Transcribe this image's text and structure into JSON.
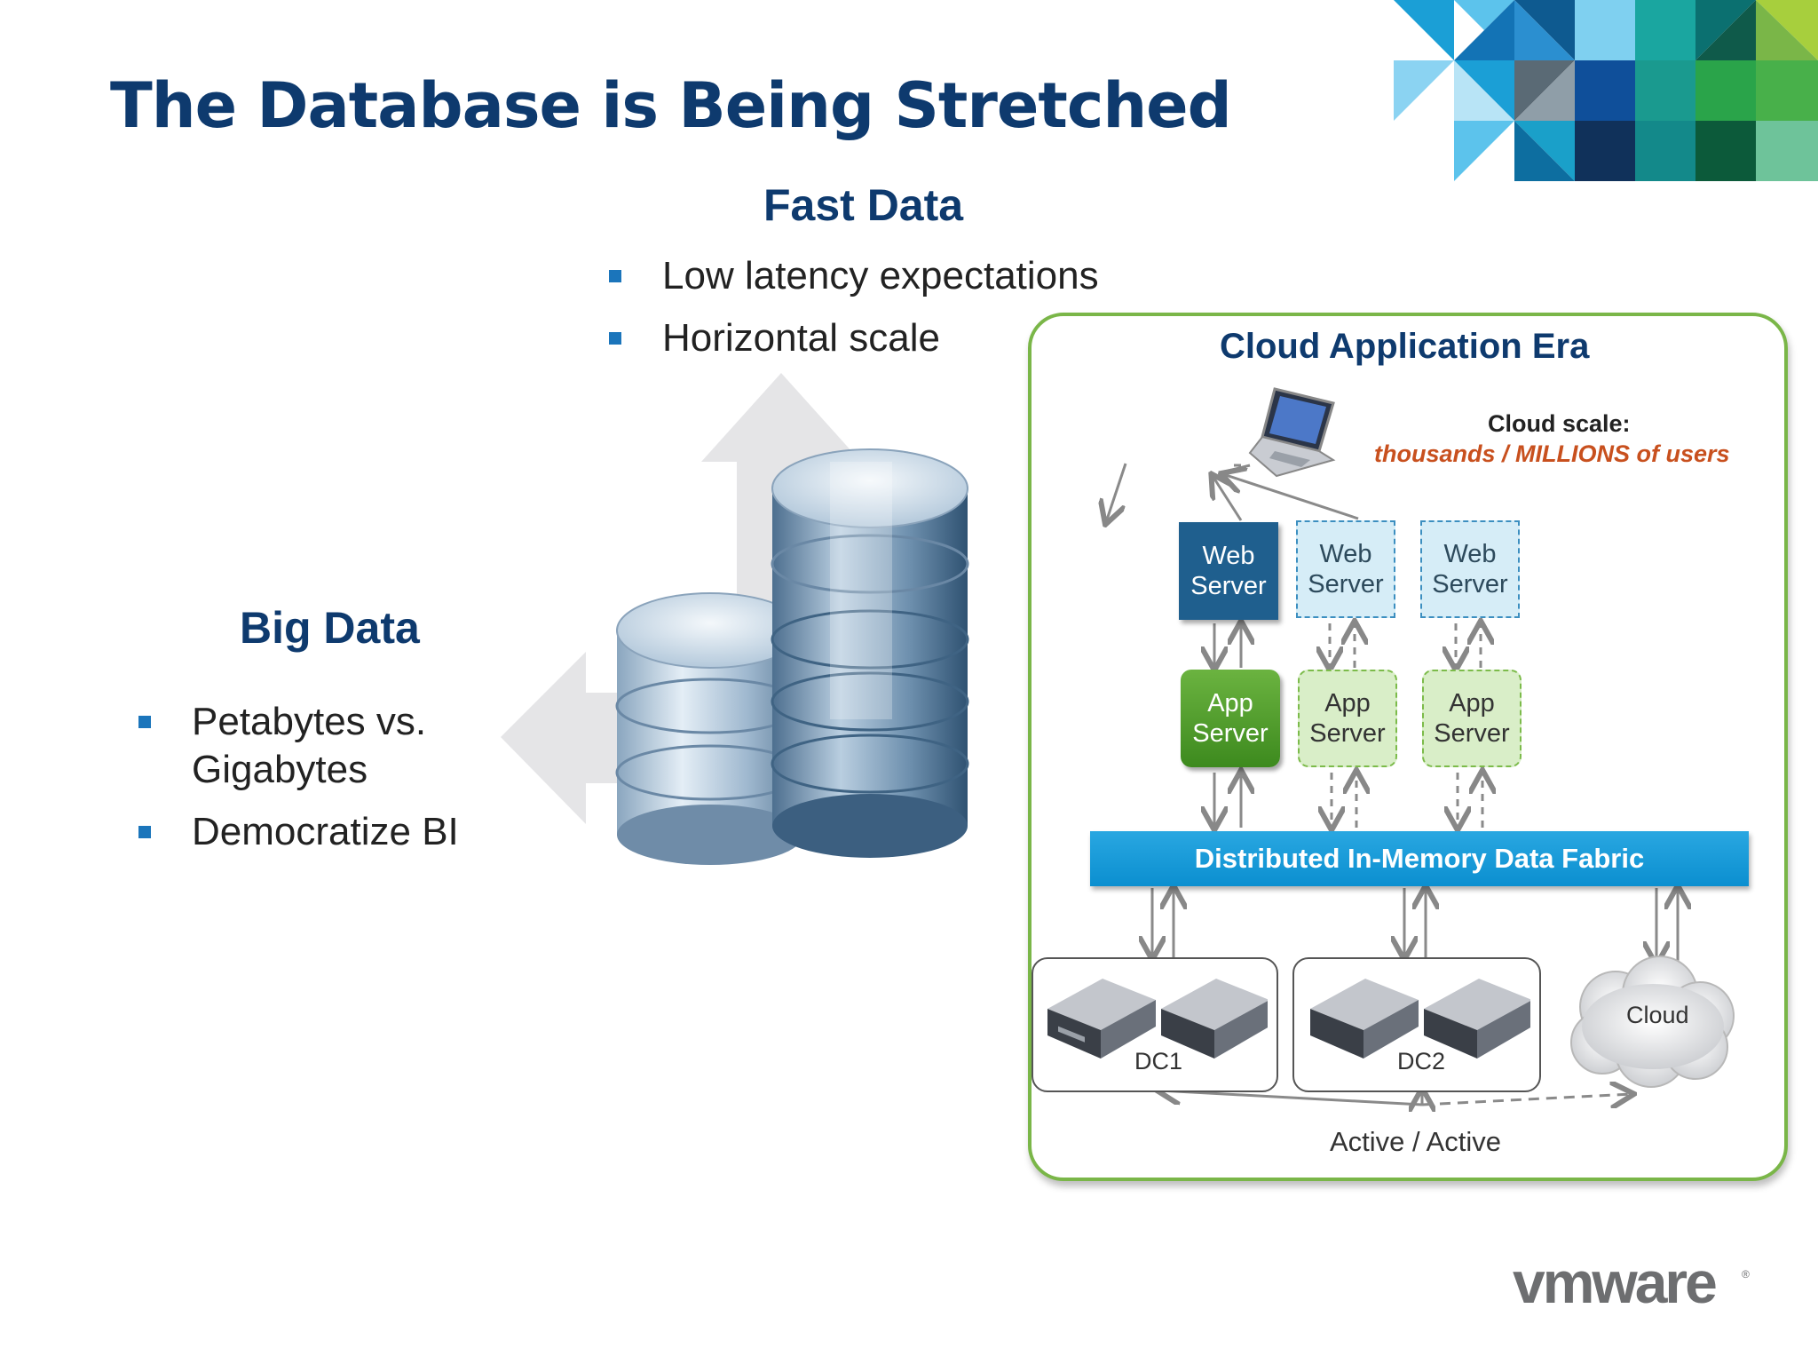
{
  "slide": {
    "title": "The Database is Being Stretched"
  },
  "fast_data": {
    "heading": "Fast Data",
    "bullets": [
      "Low latency expectations",
      "Horizontal scale"
    ]
  },
  "big_data": {
    "heading": "Big Data",
    "bullets": [
      "Petabytes vs. Gigabytes",
      "Democratize BI"
    ]
  },
  "diagram": {
    "title": "Cloud Application Era",
    "cloud_scale_label": "Cloud scale:",
    "cloud_scale_value": "thousands / MILLIONS of users",
    "web_servers": [
      {
        "label": "Web Server",
        "style": "solid"
      },
      {
        "label": "Web Server",
        "style": "dashed"
      },
      {
        "label": "Web Server",
        "style": "dashed"
      }
    ],
    "app_servers": [
      {
        "label": "App Server",
        "style": "solid"
      },
      {
        "label": "App Server",
        "style": "dashed"
      },
      {
        "label": "App Server",
        "style": "dashed"
      }
    ],
    "fabric_label": "Distributed In-Memory Data Fabric",
    "dc1_label": "DC1",
    "dc2_label": "DC2",
    "cloud_label": "Cloud",
    "replication_label": "Active / Active"
  },
  "brand": {
    "logo_text": "vmware"
  },
  "colors": {
    "title": "#0e3a6e",
    "bullet": "#1b75bb",
    "frame": "#7ab648",
    "fabric": "#1a9ad9",
    "users_text": "#c8501e"
  }
}
